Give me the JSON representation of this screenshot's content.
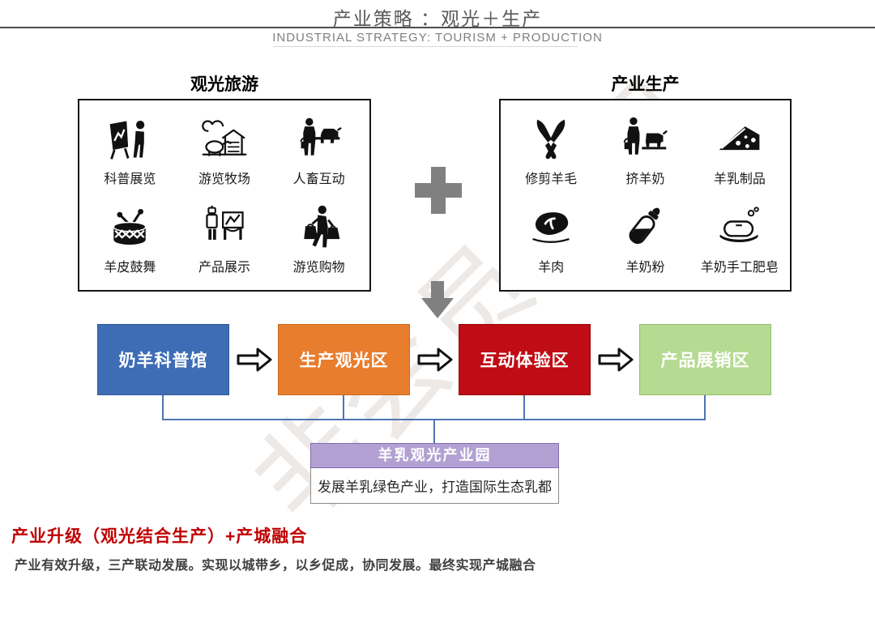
{
  "header": {
    "title": "产业策略 ：观光＋生产",
    "subtitle": "INDUSTRIAL STRATEGY: TOURISM + PRODUCTION"
  },
  "tourism": {
    "title": "观光旅游",
    "items": [
      {
        "label": "科普展览",
        "icon": "exhibit-viewer-icon"
      },
      {
        "label": "游览牧场",
        "icon": "farm-tour-icon"
      },
      {
        "label": "人畜互动",
        "icon": "human-animal-icon"
      },
      {
        "label": "羊皮鼓舞",
        "icon": "sheepskin-drum-icon"
      },
      {
        "label": "产品展示",
        "icon": "product-display-icon"
      },
      {
        "label": "游览购物",
        "icon": "shopping-icon"
      }
    ]
  },
  "production": {
    "title": "产业生产",
    "items": [
      {
        "label": "修剪羊毛",
        "icon": "wool-shears-icon"
      },
      {
        "label": "挤羊奶",
        "icon": "milking-icon"
      },
      {
        "label": "羊乳制品",
        "icon": "cheese-icon"
      },
      {
        "label": "羊肉",
        "icon": "mutton-icon"
      },
      {
        "label": "羊奶粉",
        "icon": "milk-bottle-icon"
      },
      {
        "label": "羊奶手工肥皂",
        "icon": "soap-icon"
      }
    ]
  },
  "flow": {
    "steps": [
      {
        "label": "奶羊科普馆",
        "color": "#3E6DB5",
        "border": "#2E5A99"
      },
      {
        "label": "生产观光区",
        "color": "#E87D2E",
        "border": "#C66A1F"
      },
      {
        "label": "互动体验区",
        "color": "#C00C15",
        "border": "#99060D"
      },
      {
        "label": "产品展销区",
        "color": "#B5DA92",
        "border": "#94BD70"
      }
    ]
  },
  "park": {
    "title": "羊乳观光产业园",
    "description": "发展羊乳绿色产业，打造国际生态乳都",
    "header_color": "#B2A1D2",
    "header_border": "#7E6BAE"
  },
  "summary": {
    "heading": "产业升级（观光结合生产）+产城融合",
    "body": "产业有效升级，三产联动发展。实现以城带乡，以乡促成，协同发展。最终实现产城融合"
  },
  "watermark": "非会员水印",
  "colors": {
    "connector": "#4F74B3",
    "plus_arrow_gray": "#808080",
    "heading_red": "#C00000",
    "watermark": "#D5CCC5"
  }
}
